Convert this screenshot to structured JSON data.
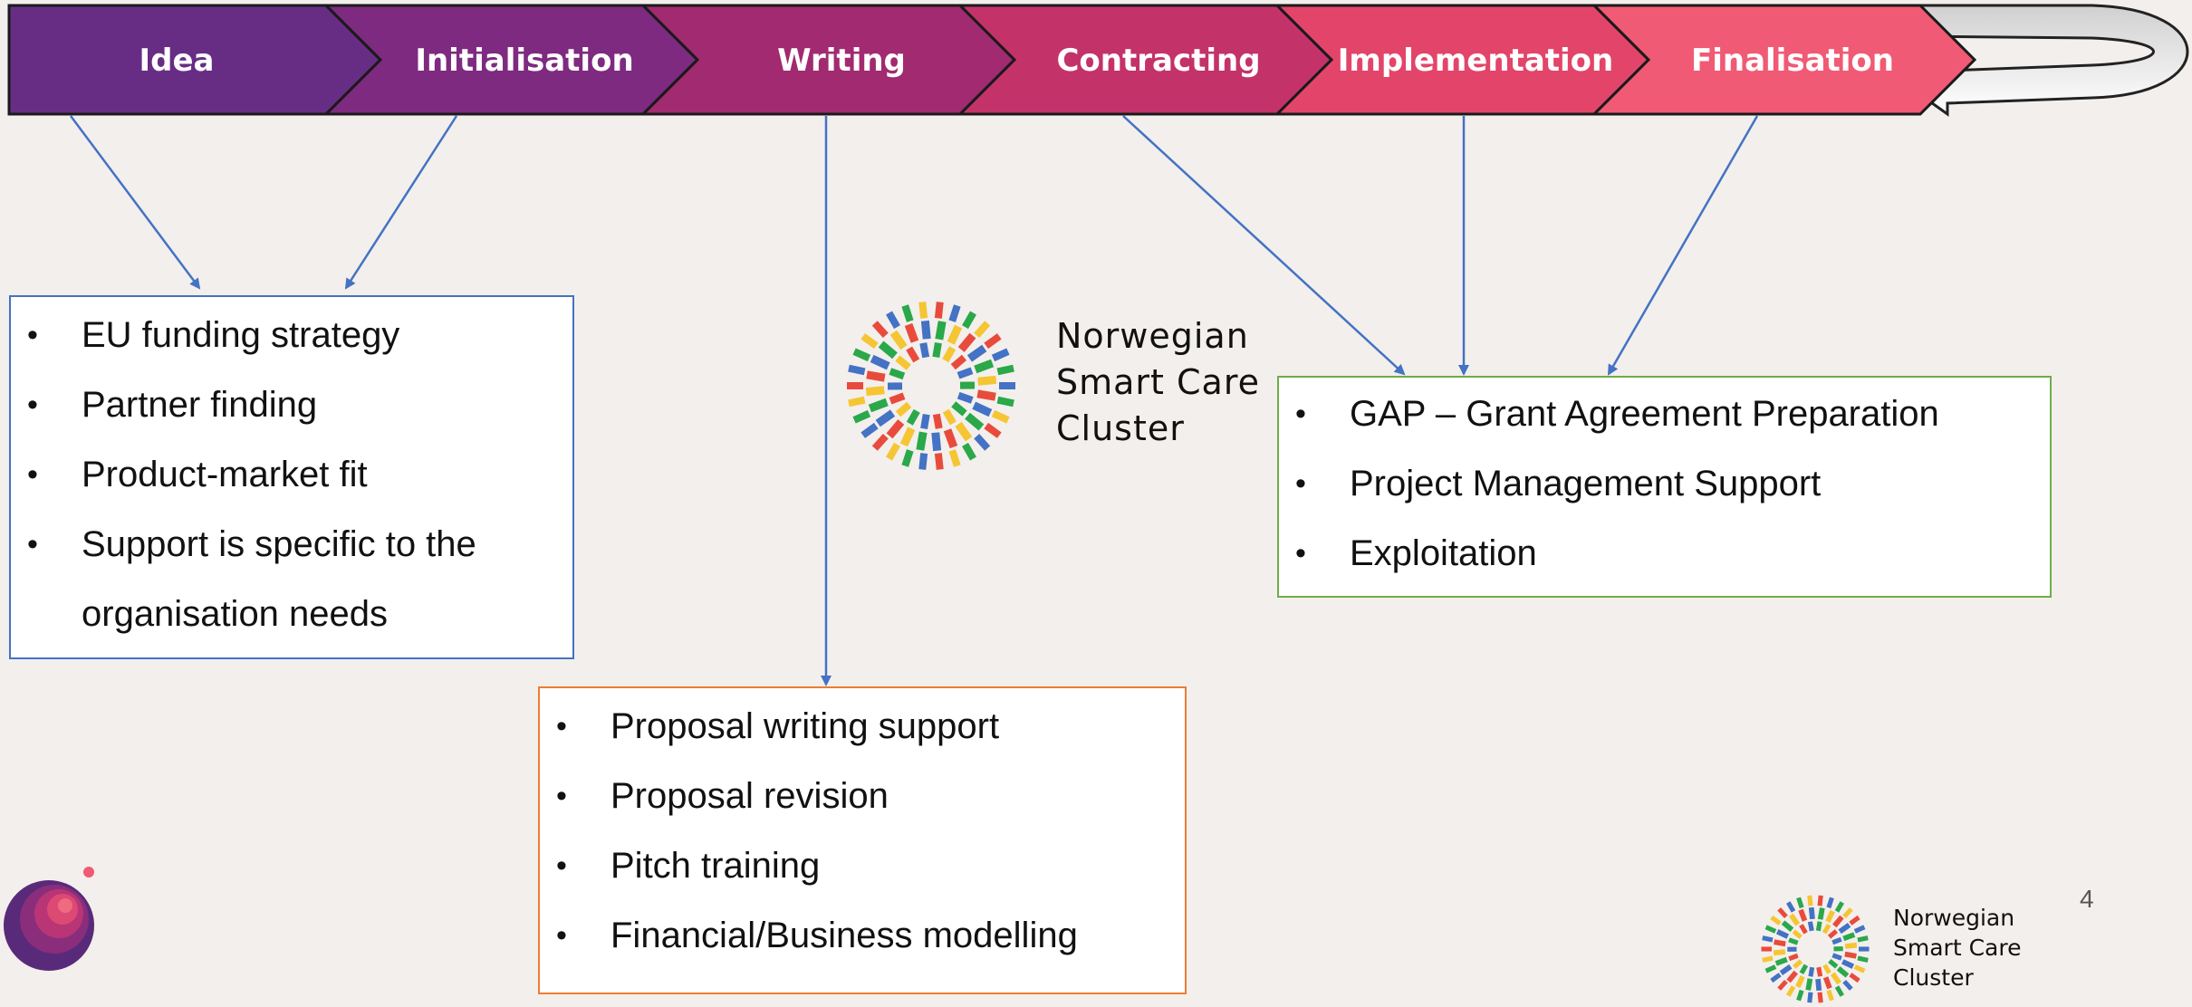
{
  "stages": [
    "Idea",
    "Initialisation",
    "Writing",
    "Contracting",
    "Implementation",
    "Finalisation"
  ],
  "stage_colors": [
    "#672d85",
    "#7e2a80",
    "#a12a70",
    "#c4326a",
    "#e24569",
    "#f05a74"
  ],
  "boxes": {
    "left": {
      "border_color": "#4472c4",
      "items": [
        "EU funding strategy",
        "Partner finding",
        "Product-market fit",
        "Support is specific to the",
        "organisation needs"
      ]
    },
    "green": {
      "border_color": "#70ad47",
      "items": [
        "GAP – Grant Agreement Preparation",
        "Project Management Support",
        "Exploitation"
      ]
    },
    "orange": {
      "border_color": "#ed7d31",
      "items": [
        "Proposal writing support",
        "Proposal revision",
        "Pitch training",
        "Financial/Business modelling"
      ]
    }
  },
  "branding": {
    "name_line1": "Norwegian",
    "name_line2": "Smart Care",
    "name_line3": "Cluster",
    "logo_colors": [
      "#4472c4",
      "#e84b3c",
      "#f5c533",
      "#2aa84a"
    ]
  },
  "page_number": "4",
  "arrow_color": "#4472c4"
}
